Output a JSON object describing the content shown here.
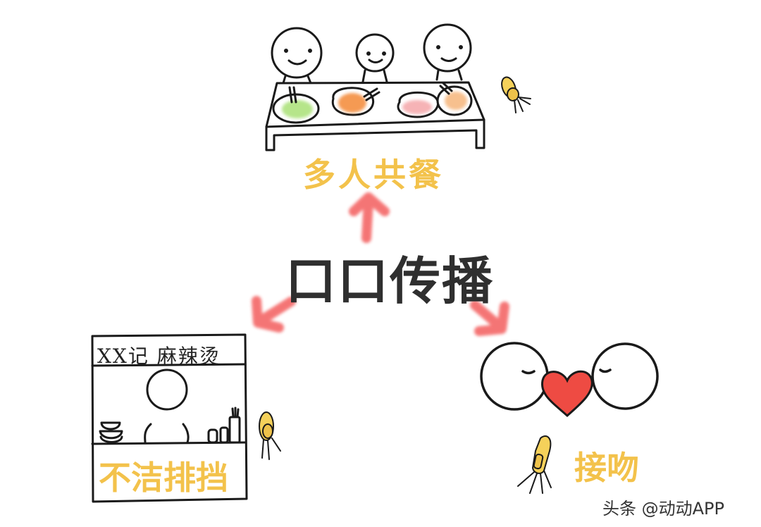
{
  "diagram": {
    "title": "口口传播",
    "nodes": [
      {
        "id": "shared-meal",
        "label": "多人共餐",
        "position": "top"
      },
      {
        "id": "unclean-stall",
        "label": "不洁排挡",
        "position": "bottom-left",
        "sign_text": "XX记 麻辣烫"
      },
      {
        "id": "kissing",
        "label": "接吻",
        "position": "bottom-right"
      }
    ],
    "arrows": [
      {
        "from": "center",
        "to": "shared-meal",
        "direction": "up"
      },
      {
        "from": "center",
        "to": "unclean-stall",
        "direction": "down-left"
      },
      {
        "from": "center",
        "to": "kissing",
        "direction": "down-right"
      }
    ]
  },
  "watermark": "头条 @动动APP",
  "colors": {
    "label_yellow": "#f3c24b",
    "arrow_red": "#f46a6a",
    "title_dark": "#2f2f2f",
    "heart_red": "#ee4b43",
    "bacteria_yellow": "#f5d15a",
    "plate_green": "#b6e58a",
    "plate_orange": "#f59a52",
    "plate_pink": "#f6b3b6",
    "plate_peach": "#f7c08e"
  }
}
